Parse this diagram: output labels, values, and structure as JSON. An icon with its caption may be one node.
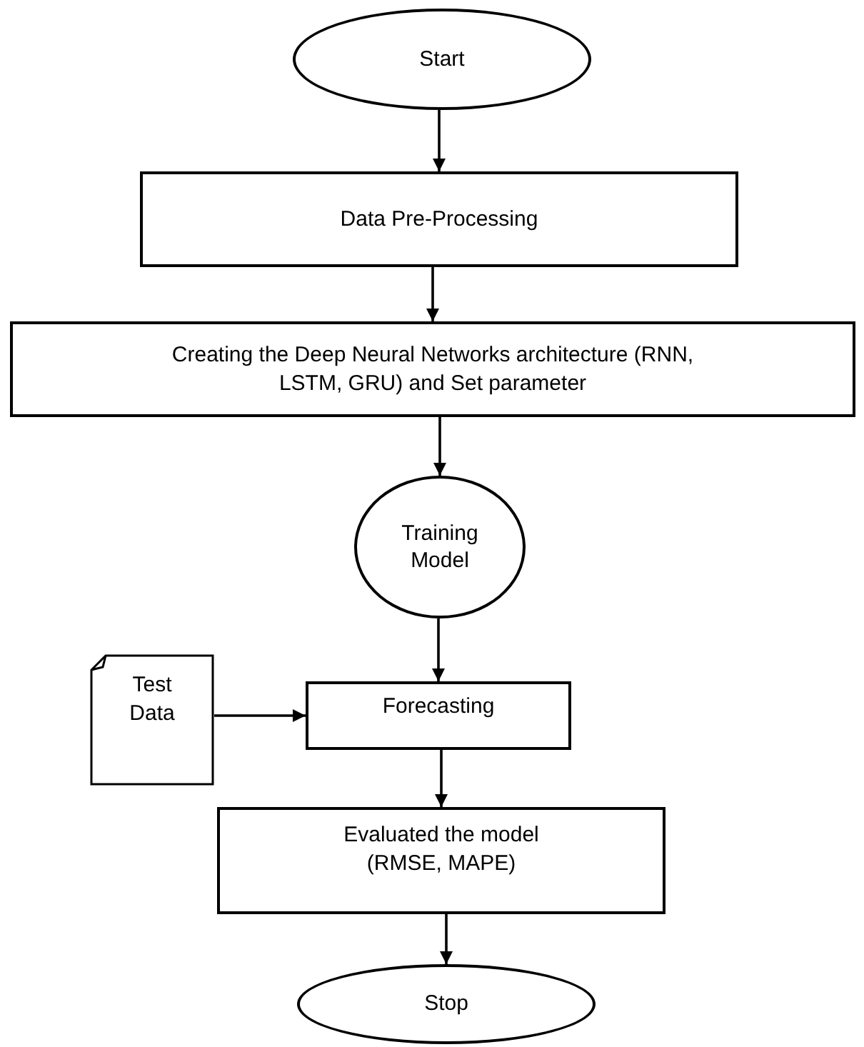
{
  "diagram": {
    "nodes": [
      {
        "text": [
          "Start"
        ]
      },
      {
        "text": [
          "Data Pre-Processing"
        ]
      },
      {
        "text": [
          "Creating the Deep Neural Networks architecture (RNN, LSTM, GRU) and Set parameter"
        ]
      },
      {
        "text": [
          "Training Model"
        ]
      },
      {
        "text": [
          "Test Data"
        ]
      },
      {
        "text": [
          "Forecasting"
        ]
      },
      {
        "text": [
          "Evaluated the model (RMSE, MAPE)"
        ]
      },
      {
        "text": [
          "Stop"
        ]
      }
    ],
    "edges": [
      {
        "from": 0,
        "to": 1,
        "arrow": "to"
      },
      {
        "from": 1,
        "to": 2,
        "arrow": "to"
      },
      {
        "from": 2,
        "to": 3,
        "arrow": "to"
      },
      {
        "from": 3,
        "to": 5,
        "arrow": "to"
      },
      {
        "from": 4,
        "to": 5,
        "arrow": "to"
      },
      {
        "from": 5,
        "to": 6,
        "arrow": "to"
      },
      {
        "from": 6,
        "to": 7,
        "arrow": "to"
      }
    ]
  }
}
